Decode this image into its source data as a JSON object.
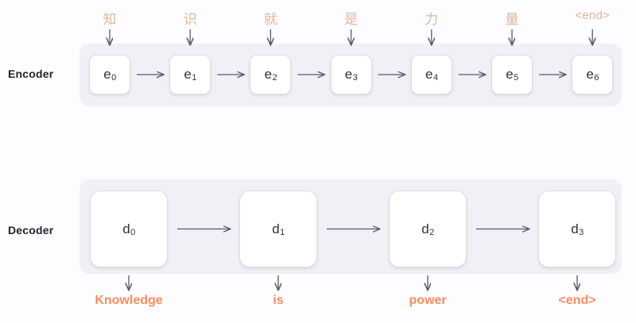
{
  "background_color": "#fdfcff",
  "band_color": "#f1f0f6",
  "cell_fill": "#ffffff",
  "cell_border": "#dcdce2",
  "arrow_color": "#5a5a66",
  "input_token_color": "#dcb79a",
  "output_token_color": "#f58f5f",
  "label_color": "#24242b",
  "encoder": {
    "label": "Encoder",
    "cells": [
      {
        "base": "e",
        "sub": "0"
      },
      {
        "base": "e",
        "sub": "1"
      },
      {
        "base": "e",
        "sub": "2"
      },
      {
        "base": "e",
        "sub": "3"
      },
      {
        "base": "e",
        "sub": "4"
      },
      {
        "base": "e",
        "sub": "5"
      },
      {
        "base": "e",
        "sub": "6"
      }
    ],
    "input_tokens": [
      "知",
      "识",
      "就",
      "是",
      "力",
      "量",
      "<end>"
    ]
  },
  "decoder": {
    "label": "Decoder",
    "cells": [
      {
        "base": "d",
        "sub": "0"
      },
      {
        "base": "d",
        "sub": "1"
      },
      {
        "base": "d",
        "sub": "2"
      },
      {
        "base": "d",
        "sub": "3"
      }
    ],
    "output_tokens": [
      "Knowledge",
      "is",
      "power",
      "<end>"
    ]
  },
  "icons": {
    "input_arrow": "arrow-down-icon",
    "flow_arrow": "arrow-right-icon",
    "output_arrow": "arrow-down-icon"
  }
}
